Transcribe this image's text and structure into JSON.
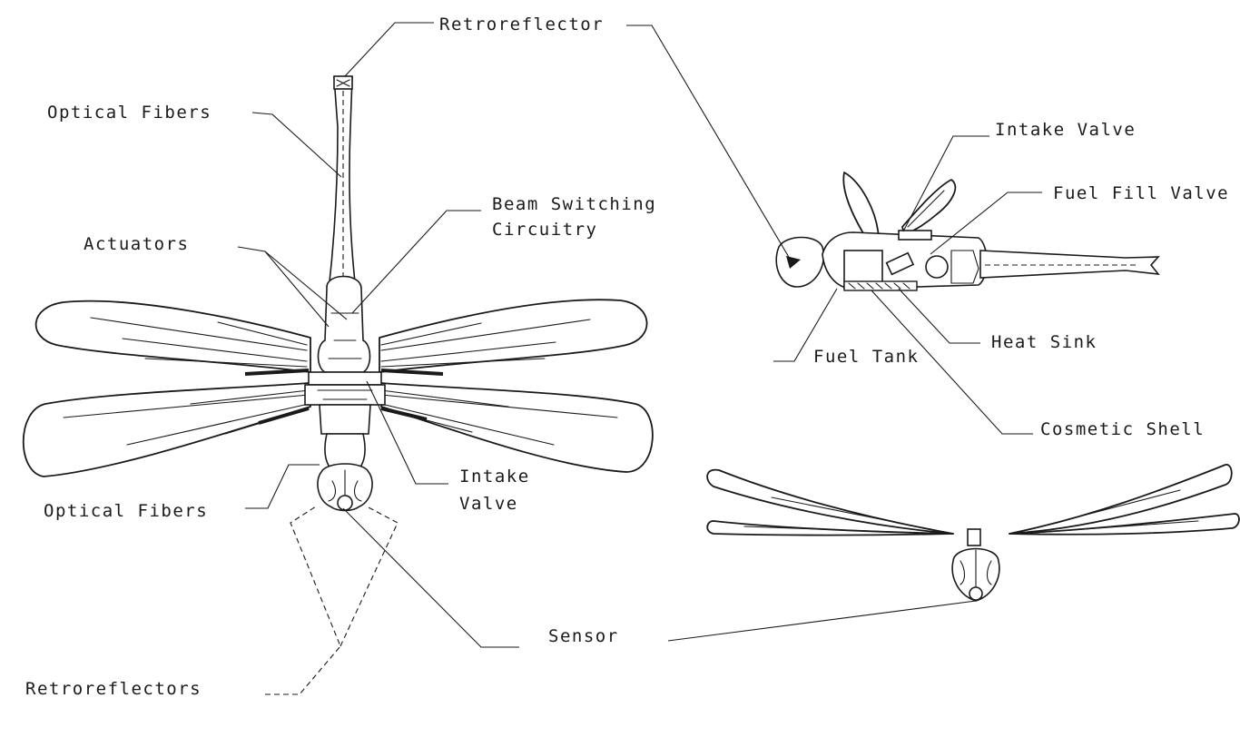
{
  "diagram": {
    "labels": {
      "retroreflector": "Retroreflector",
      "optical_fibers_top": "Optical Fibers",
      "beam_switching": [
        "Beam Switching",
        "Circuitry"
      ],
      "actuators": "Actuators",
      "optical_fibers_bottom": "Optical Fibers",
      "intake_valve_center": [
        "Intake",
        "Valve"
      ],
      "retroreflectors": "Retroreflectors",
      "sensor": "Sensor",
      "intake_valve_side": "Intake Valve",
      "fuel_fill_valve": "Fuel Fill Valve",
      "heat_sink": "Heat Sink",
      "fuel_tank": "Fuel Tank",
      "cosmetic_shell": "Cosmetic Shell"
    }
  }
}
